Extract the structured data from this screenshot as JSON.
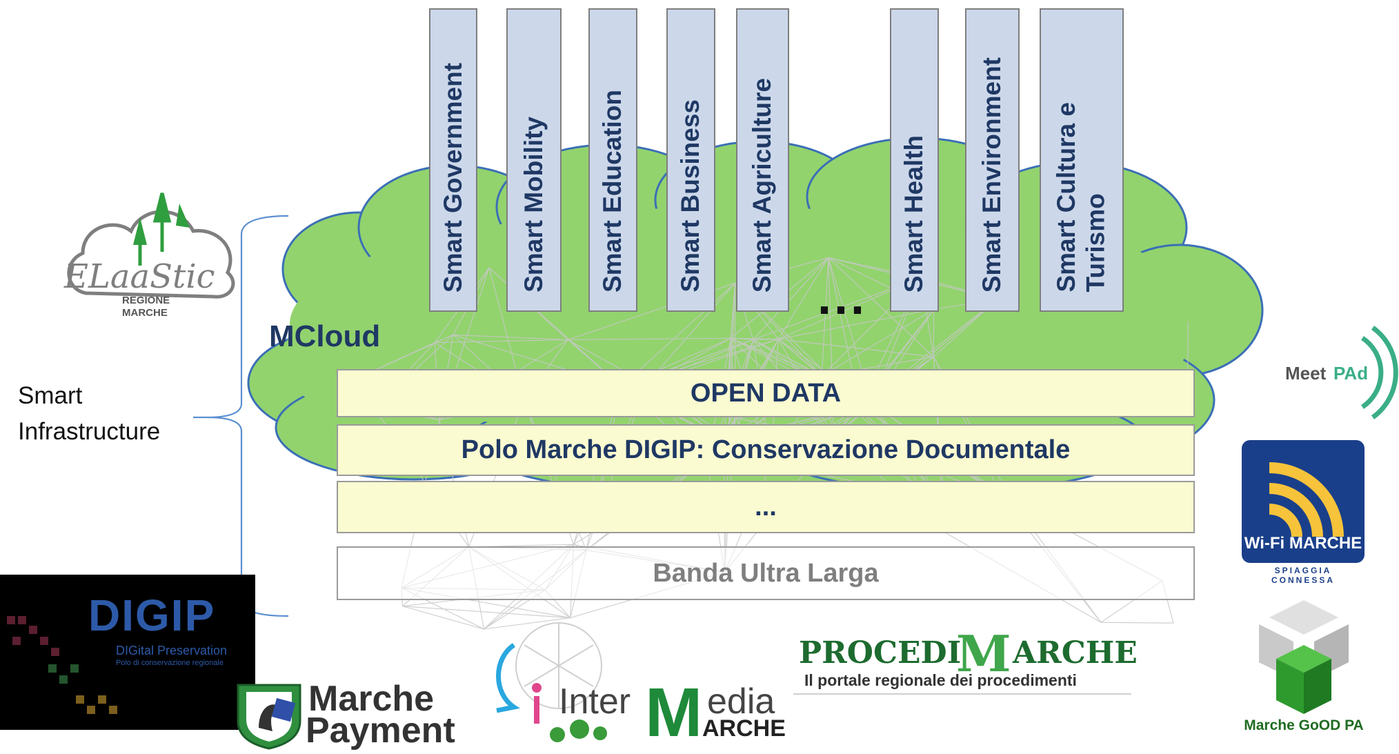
{
  "pillars": [
    {
      "label": "Smart Government"
    },
    {
      "label": "Smart Mobility"
    },
    {
      "label": "Smart Education"
    },
    {
      "label": "Smart Business"
    },
    {
      "label": "Smart Agriculture"
    },
    {
      "label": "Smart Health"
    },
    {
      "label": "Smart Environment"
    },
    {
      "label": "Smart Cultura e\nTurismo"
    }
  ],
  "pillars_ellipsis": "...",
  "cloud_label": "MCloud",
  "layers": {
    "open_data": "OPEN DATA",
    "polo": "Polo Marche DIGIP: Conservazione Documentale",
    "more": "...",
    "banda": "Banda Ultra Larga"
  },
  "smart_infrastructure": {
    "line1": "Smart",
    "line2": "Infrastructure"
  },
  "logos": {
    "elaastic": {
      "name": "ELaaStic",
      "sub1": "REGIONE",
      "sub2": "MARCHE"
    },
    "digip": {
      "name": "DIGIP",
      "sub1": "DIGital Preservation",
      "sub2": "Polo di conservazione regionale"
    },
    "marche_payment": {
      "line1": "Marche",
      "line2": "Payment"
    },
    "intermedia": {
      "word1": "Inter",
      "word2": "edia",
      "word3": "ARCHE"
    },
    "procedi": {
      "title_a": "PROCEDI",
      "title_b": "M",
      "title_c": "ARCHE",
      "subtitle": "Il portale regionale dei procedimenti"
    },
    "meetpad": {
      "text_a": "Meet",
      "text_b": "PAd"
    },
    "wifi": {
      "title": "Wi-Fi MARCHE",
      "subtitle": "SPIAGGIA CONNESSA"
    },
    "good_pa": {
      "title": "Marche GoOD PA"
    }
  },
  "colors": {
    "cloud_fill": "#92d36e",
    "cloud_stroke": "#3b6fb6",
    "pillar_fill": "#ccd8ea",
    "layer_fill": "#fbfbd1",
    "text_navy": "#1f3864"
  }
}
